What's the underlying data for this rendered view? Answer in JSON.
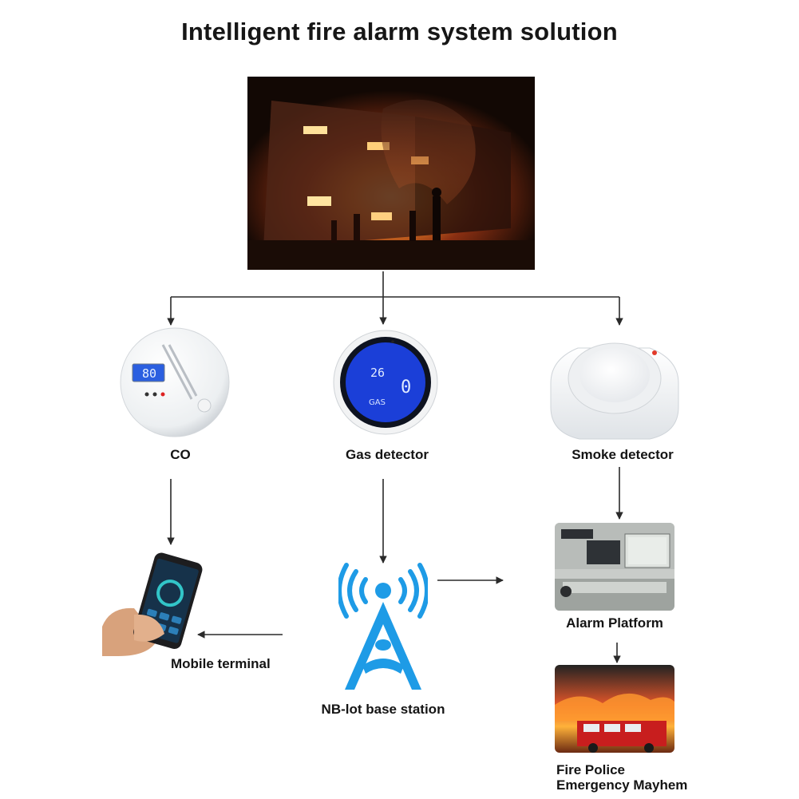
{
  "title": "Intelligent fire alarm system solution",
  "labels": {
    "co": "CO",
    "gas": "Gas detector",
    "smoke": "Smoke detector",
    "alarm": "Alarm Platform",
    "mobile": "Mobile terminal",
    "base": "NB-lot base station",
    "fire1": "Fire Police",
    "fire2": "Emergency Mayhem"
  },
  "device_text": {
    "co_display": "80",
    "gas_temp": "26",
    "gas_value": "0",
    "gas_brand": "GAS"
  },
  "colors": {
    "arrow": "#2a2a2a",
    "tower": "#1e9be6",
    "gas_screen": "#1b3fd8",
    "co_screen": "#2b5fe0",
    "smoke_led": "#e23a2a"
  }
}
